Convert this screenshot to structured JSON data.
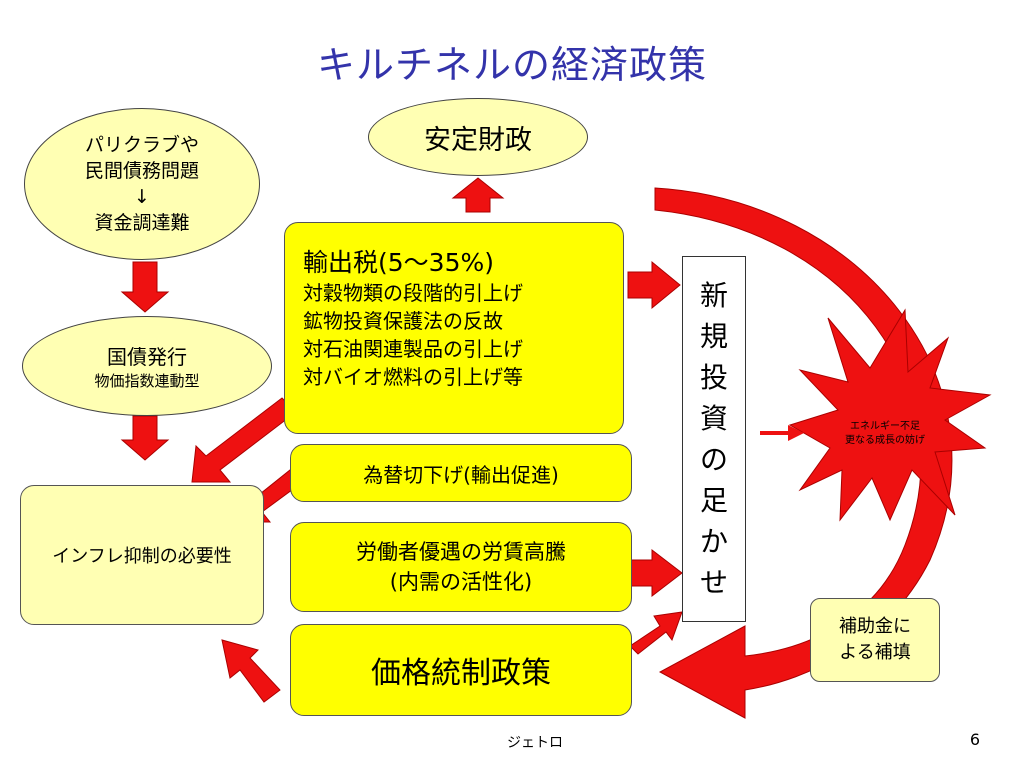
{
  "slide": {
    "title": "キルチネルの経済政策",
    "footer_source": "ジェトロ",
    "page_number": "6"
  },
  "nodes": {
    "paris_club": {
      "lines": [
        "パリクラブや",
        "民間債務問題",
        "↓",
        "資金調達難"
      ]
    },
    "bond_issue": {
      "main": "国債発行",
      "sub": "物価指数連動型"
    },
    "inflation": {
      "label": "インフレ抑制の必要性"
    },
    "stable_finance": {
      "label": "安定財政"
    },
    "export_tax": {
      "heading": "輸出税(5～35%)",
      "items": [
        "対穀物類の段階的引上げ",
        "鉱物投資保護法の反故",
        "対石油関連製品の引上げ",
        "対バイオ燃料の引上げ等"
      ]
    },
    "currency": {
      "label": "為替切下げ(輸出促進)"
    },
    "wages": {
      "lines": [
        "労働者優遇の労賃高騰",
        "(内需の活性化)"
      ]
    },
    "price_control": {
      "label": "価格統制政策"
    },
    "new_investment": {
      "chars": [
        "新",
        "規",
        "投",
        "資",
        "の",
        "足",
        "か",
        "せ"
      ]
    },
    "energy_burst": {
      "lines": [
        "エネルギー不足",
        "更なる成長の妨げ"
      ]
    },
    "subsidy": {
      "lines": [
        "補助金に",
        "よる補填"
      ]
    }
  },
  "colors": {
    "title": "#3333aa",
    "box_yellow": "#ffff00",
    "box_pale": "#ffffb3",
    "arrow_red": "#ee1111",
    "burst_red": "#ee1111"
  }
}
